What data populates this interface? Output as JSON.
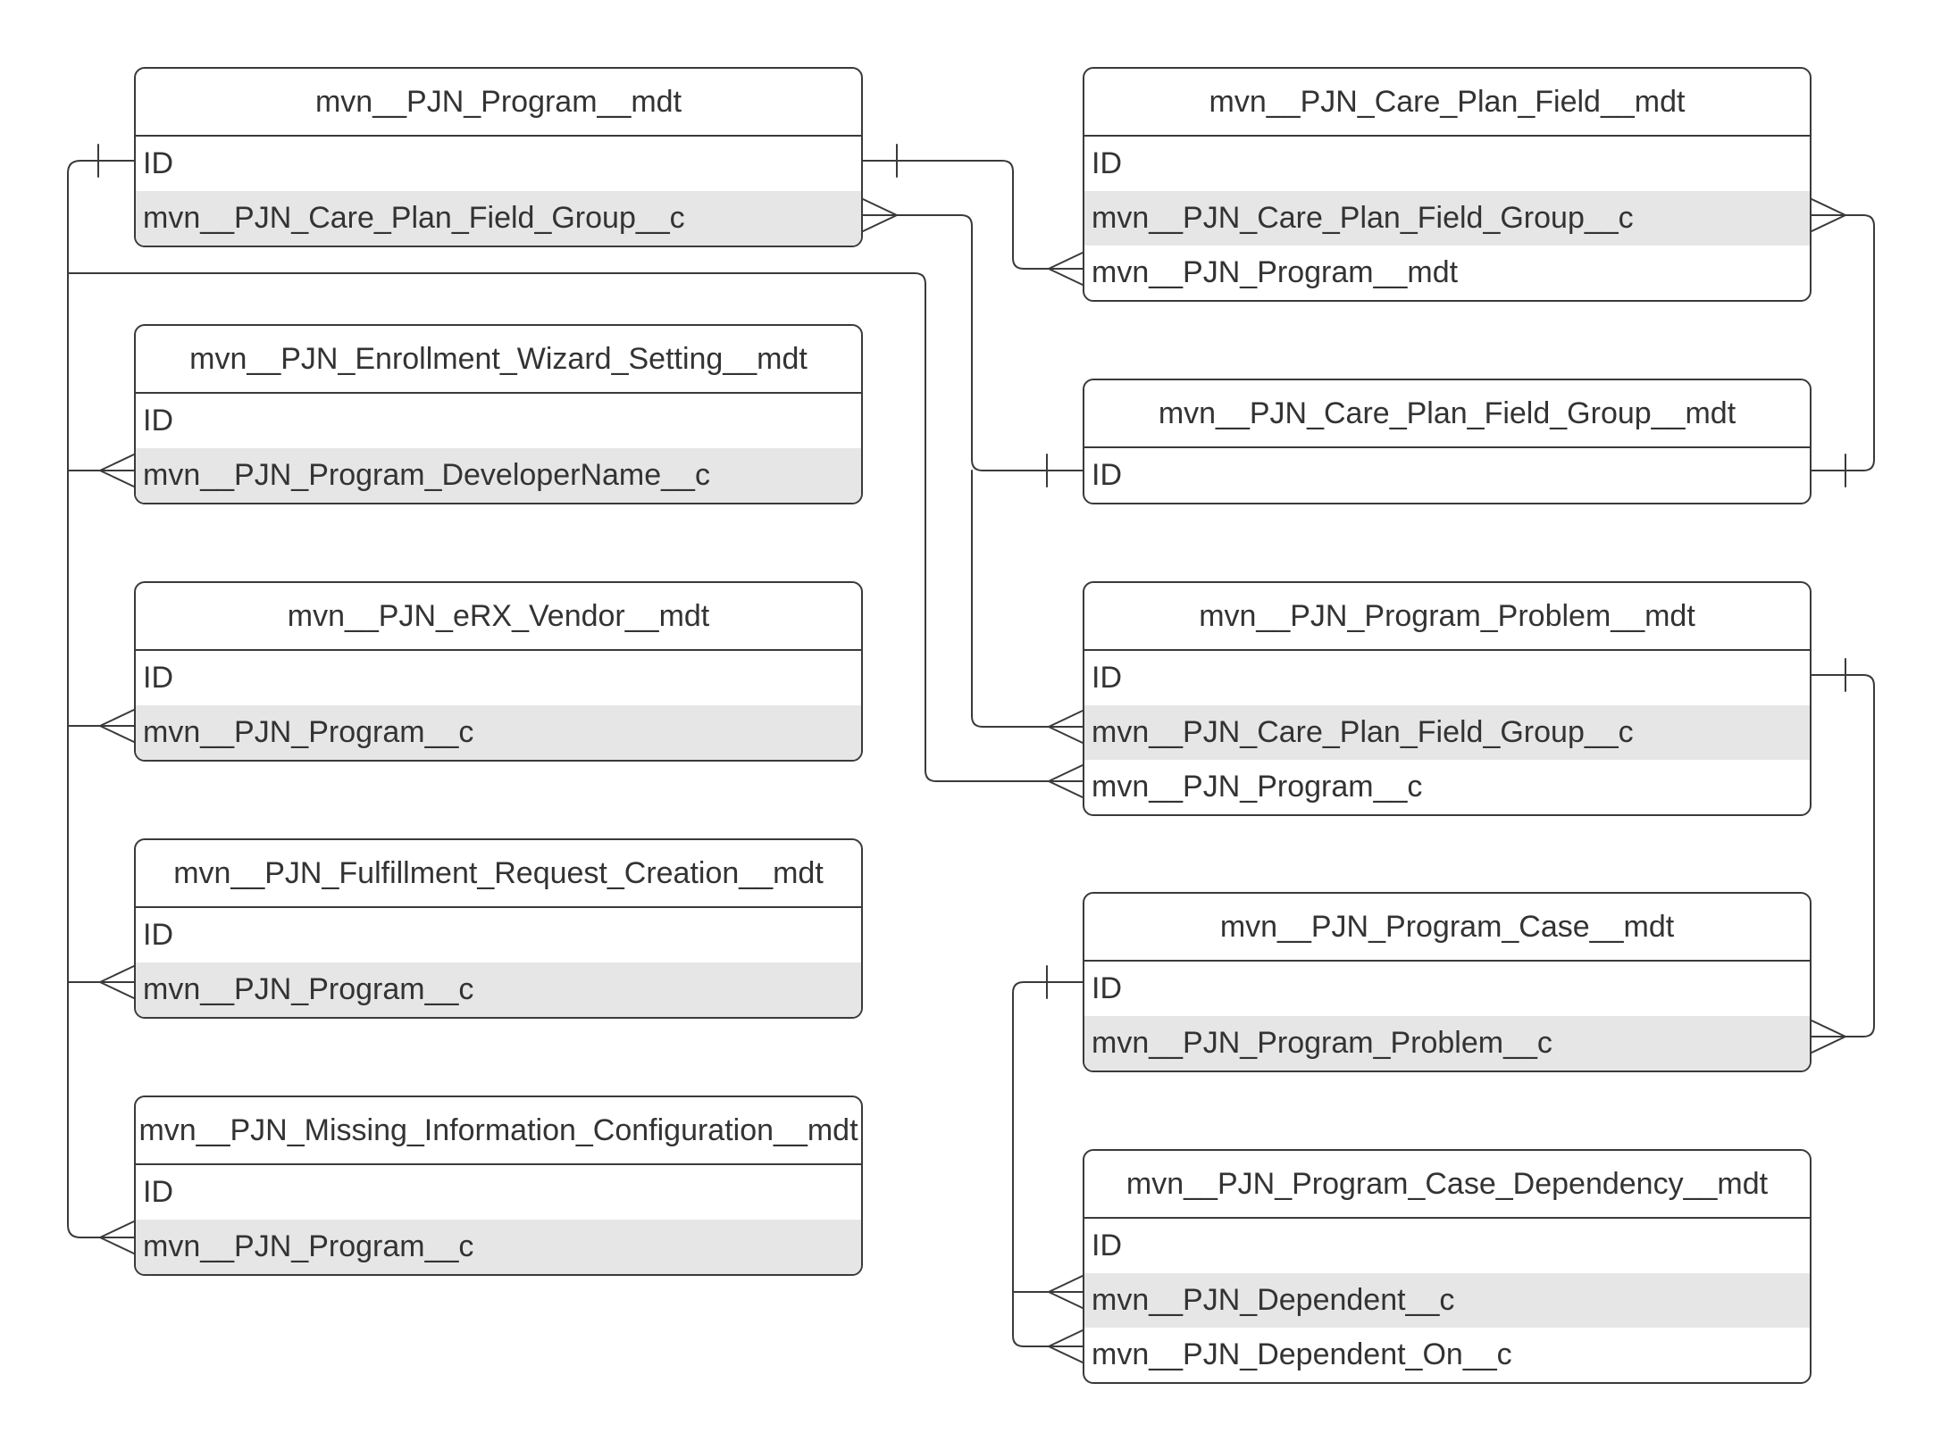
{
  "diagram": {
    "line_color": "#3a3a3a",
    "shade_color": "#e6e6e6",
    "entities": [
      {
        "key": "program",
        "title": "mvn__PJN_Program__mdt",
        "fields": [
          {
            "name": "ID",
            "shaded": false
          },
          {
            "name": "mvn__PJN_Care_Plan_Field_Group__c",
            "shaded": true
          }
        ]
      },
      {
        "key": "enrollment-wizard-setting",
        "title": "mvn__PJN_Enrollment_Wizard_Setting__mdt",
        "fields": [
          {
            "name": "ID",
            "shaded": false
          },
          {
            "name": "mvn__PJN_Program_DeveloperName__c",
            "shaded": true
          }
        ]
      },
      {
        "key": "erx-vendor",
        "title": "mvn__PJN_eRX_Vendor__mdt",
        "fields": [
          {
            "name": "ID",
            "shaded": false
          },
          {
            "name": "mvn__PJN_Program__c",
            "shaded": true
          }
        ]
      },
      {
        "key": "fulfillment-request-creation",
        "title": "mvn__PJN_Fulfillment_Request_Creation__mdt",
        "fields": [
          {
            "name": "ID",
            "shaded": false
          },
          {
            "name": "mvn__PJN_Program__c",
            "shaded": true
          }
        ]
      },
      {
        "key": "missing-information-configuration",
        "title": "mvn__PJN_Missing_Information_Configuration__mdt",
        "fields": [
          {
            "name": "ID",
            "shaded": false
          },
          {
            "name": "mvn__PJN_Program__c",
            "shaded": true
          }
        ]
      },
      {
        "key": "care-plan-field",
        "title": "mvn__PJN_Care_Plan_Field__mdt",
        "fields": [
          {
            "name": "ID",
            "shaded": false
          },
          {
            "name": "mvn__PJN_Care_Plan_Field_Group__c",
            "shaded": true
          },
          {
            "name": "mvn__PJN_Program__mdt",
            "shaded": false
          }
        ]
      },
      {
        "key": "care-plan-field-group",
        "title": "mvn__PJN_Care_Plan_Field_Group__mdt",
        "fields": [
          {
            "name": "ID",
            "shaded": false
          }
        ]
      },
      {
        "key": "program-problem",
        "title": "mvn__PJN_Program_Problem__mdt",
        "fields": [
          {
            "name": "ID",
            "shaded": false
          },
          {
            "name": "mvn__PJN_Care_Plan_Field_Group__c",
            "shaded": true
          },
          {
            "name": "mvn__PJN_Program__c",
            "shaded": false
          }
        ]
      },
      {
        "key": "program-case",
        "title": "mvn__PJN_Program_Case__mdt",
        "fields": [
          {
            "name": "ID",
            "shaded": false
          },
          {
            "name": "mvn__PJN_Program_Problem__c",
            "shaded": true
          }
        ]
      },
      {
        "key": "program-case-dependency",
        "title": "mvn__PJN_Program_Case_Dependency__mdt",
        "fields": [
          {
            "name": "ID",
            "shaded": false
          },
          {
            "name": "mvn__PJN_Dependent__c",
            "shaded": true
          },
          {
            "name": "mvn__PJN_Dependent_On__c",
            "shaded": false
          }
        ]
      }
    ],
    "relationships": [
      {
        "from": "program.ID",
        "to": "enrollment-wizard-setting.mvn__PJN_Program_DeveloperName__c",
        "from_end": "one",
        "to_end": "many"
      },
      {
        "from": "program.ID",
        "to": "erx-vendor.mvn__PJN_Program__c",
        "from_end": "one",
        "to_end": "many"
      },
      {
        "from": "program.ID",
        "to": "fulfillment-request-creation.mvn__PJN_Program__c",
        "from_end": "one",
        "to_end": "many"
      },
      {
        "from": "program.ID",
        "to": "missing-information-configuration.mvn__PJN_Program__c",
        "from_end": "one",
        "to_end": "many"
      },
      {
        "from": "program.ID",
        "to": "program-problem.mvn__PJN_Program__c",
        "from_end": "one",
        "to_end": "many"
      },
      {
        "from": "program.ID",
        "to": "care-plan-field.mvn__PJN_Program__mdt",
        "from_end": "one",
        "to_end": "many"
      },
      {
        "from": "care-plan-field-group.ID",
        "to": "program.mvn__PJN_Care_Plan_Field_Group__c",
        "from_end": "one",
        "to_end": "many"
      },
      {
        "from": "care-plan-field-group.ID",
        "to": "program-problem.mvn__PJN_Care_Plan_Field_Group__c",
        "from_end": "one",
        "to_end": "many"
      },
      {
        "from": "care-plan-field-group.ID",
        "to": "care-plan-field.mvn__PJN_Care_Plan_Field_Group__c",
        "from_end": "one",
        "to_end": "many"
      },
      {
        "from": "program-problem.ID",
        "to": "program-case.mvn__PJN_Program_Problem__c",
        "from_end": "one",
        "to_end": "many"
      },
      {
        "from": "program-case.ID",
        "to": "program-case-dependency.mvn__PJN_Dependent__c",
        "from_end": "one",
        "to_end": "many"
      },
      {
        "from": "program-case.ID",
        "to": "program-case-dependency.mvn__PJN_Dependent_On__c",
        "from_end": "one",
        "to_end": "many"
      }
    ]
  }
}
